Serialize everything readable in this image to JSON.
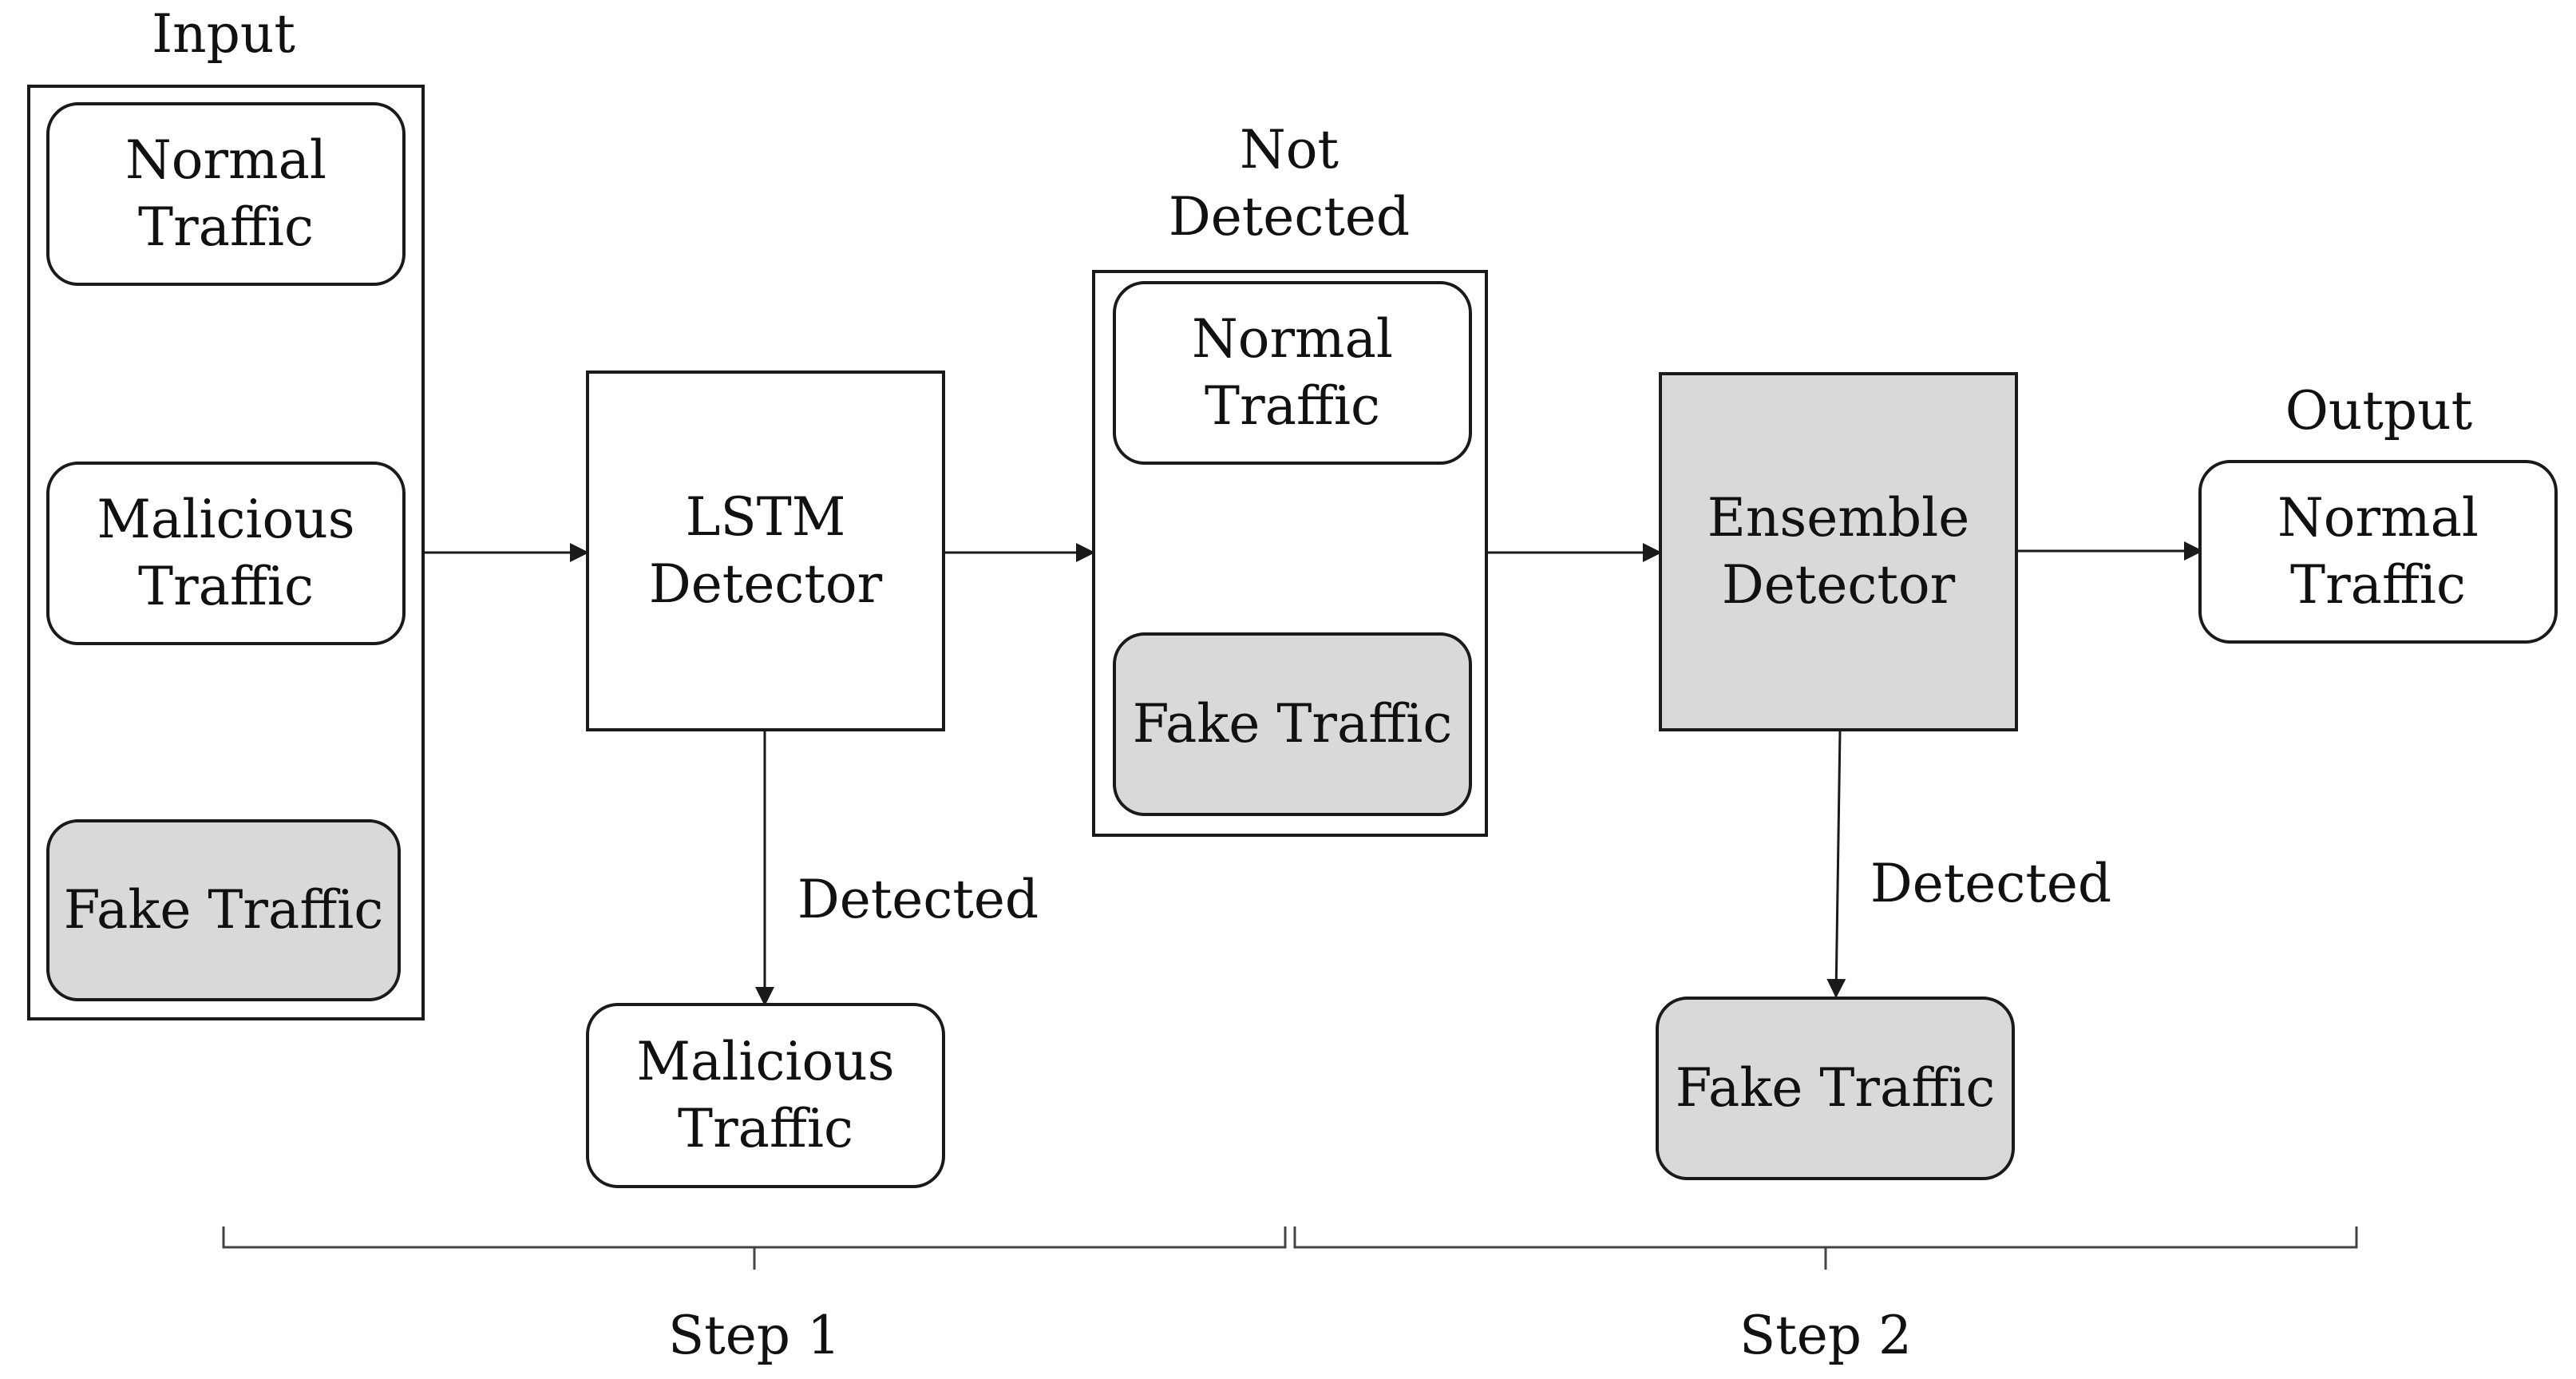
{
  "diagram": {
    "input_title": "Input",
    "input_items": [
      "Normal\nTraffic",
      "Malicious\nTraffic",
      "Fake Traffic"
    ],
    "lstm_label": "LSTM\nDetector",
    "lstm_detected_label": "Detected",
    "lstm_output": "Malicious\nTraffic",
    "not_detected_title": "Not\nDetected",
    "not_detected_items": [
      "Normal\nTraffic",
      "Fake Traffic"
    ],
    "ensemble_label": "Ensemble\nDetector",
    "ensemble_detected_label": "Detected",
    "ensemble_output": "Fake Traffic",
    "output_title": "Output",
    "output_item": "Normal\nTraffic",
    "step1_label": "Step 1",
    "step2_label": "Step  2"
  },
  "colors": {
    "highlight_fill": "#d9d9d9",
    "line": "#1a1a1a"
  }
}
